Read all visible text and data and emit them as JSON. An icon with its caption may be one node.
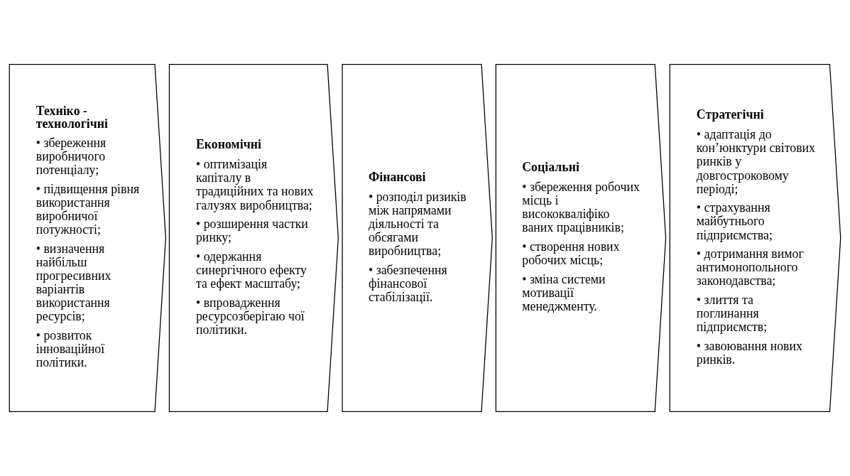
{
  "diagram": {
    "nodes": [
      {
        "text": [
          "Техніко - технологічні",
          "• збереження виробничого потенціалу;",
          "• підвищення рівня використання виробничої потужності;",
          "• визначення найбільш прогресивних варіантів використання ресурсів;",
          "• розвиток інноваційної політики."
        ]
      },
      {
        "text": [
          "Економічні",
          "• оптимізація капіталу в традиційних та нових галузях виробництва;",
          "• розширення частки ринку;",
          "• одержання синергічного ефекту та ефект масштабу;",
          "• впровадження ресурсозберігаю чої політики."
        ]
      },
      {
        "text": [
          "Фінансові",
          "• розподіл ризиків між напрямами діяльності та обсягами виробництва;",
          "• забезпечення фінансової стабілізації."
        ]
      },
      {
        "text": [
          "Соціальні",
          "• збереження робочих місць і висококваліфіко ваних працівників;",
          "• створення нових робочих місць;",
          "• зміна системи мотивації менеджменту."
        ]
      },
      {
        "text": [
          "Стратегічні",
          "• адаптація до кон’юнктури світових ринків у довгостроковому періоді;",
          "• страхування майбутнього підприємства;",
          "• дотримання вимог антимонопольного законодавства;",
          "• злиття та поглинання підприємств;",
          "• завоювання нових ринків."
        ]
      }
    ],
    "edges": []
  }
}
